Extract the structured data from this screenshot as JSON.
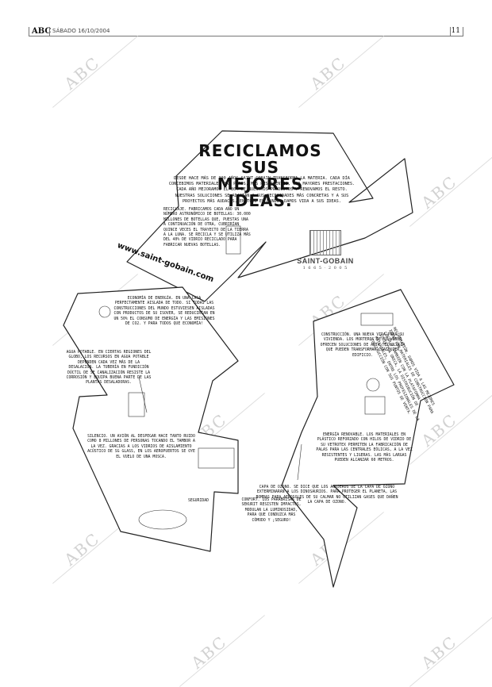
{
  "header": {
    "logo": "ABC",
    "date": "SÁBADO 16/10/2004",
    "page": "11"
  },
  "watermark": "ABC",
  "ad": {
    "title_lines": [
      "RECICLAMOS SUS",
      "MEJORES IDEAS."
    ],
    "intro": "DESDE HACE MÁS DE 300 AÑOS SAINT-GOBAIN TRANSFORMA LA MATERIA. CADA DÍA CONCEBIMOS MATERIALES MÁS PUROS, MÁS RESISTENTES, CON MAYORES PRESTACIONES. CADA AÑO MEJORAMOS EL 80% DE NUESTROS PRODUCTOS Y RENOVAMOS EL RESTO. NUESTRAS SOLUCIONES SE ADAPTAN A SUS NECESIDADES MÁS CONCRETAS Y A SUS PROYECTOS MÁS AUDACES. EN TODO EL MUNDO, DAMOS VIDA A SUS IDEAS.",
    "url": "www.saint-gobain.com",
    "brand": {
      "name": "SAINT-GOBAIN",
      "years": "1 6 6 5 · 2 0 0 5"
    },
    "blocks": {
      "reciclaje": "RECICLAJE. FABRICAMOS CADA AÑO UN NÚMERO ASTRONÓMICO DE BOTELLAS: 30.000 MILLONES DE BOTELLAS QUE, PUESTAS UNA A CONTINUACIÓN DE OTRA, CUBRIRÍAN QUINCE VECES EL TRAYECTO DE LA TIERRA A LA LUNA. SE RECICLA Y SE UTILIZA MÁS DEL 40% DE VIDRIO RECICLADO PARA FABRICAR NUEVAS BOTELLAS.",
      "energia": "ECONOMÍA DE ENERGÍA. EN UNA CASA PERFECTAMENTE AISLADA DE TODO. SI TODAS LAS CONSTRUCCIONES DEL MUNDO ESTUVIESEN AISLADAS CON PRODUCTOS DE SU ISOVER, SE REDUCIRÍAN EN UN 50% EL CONSUMO DE ENERGÍA Y LAS EMISIONES DE CO2. Y PARA TODOS QUE ECONOMÍA!",
      "agua": "AGUA POTABLE. EN CIERTAS REGIONES DEL GLOBO, LOS RECURSOS EN AGUA POTABLE DEPENDEN CADA VEZ MÁS DE LA DESALACIÓN. LA TUBERÍA EN FUNDICIÓN DÚCTIL DE SE CANALIZACIÓN RESISTE LA CORROSIÓN Y EQUIPA BUENA PARTE DE LAS PLANTAS DESALADORAS.",
      "silencio": "SILENCIO. UN AVIÓN AL DESPEGAR HACE TANTO RUIDO COMO 8 MILLONES DE PERSONAS TOCANDO EL TAMBOR A LA VEZ. GRACIAS A LOS VIDRIOS DE AISLAMIENTO ACÚSTICO DE SG GLASS, EN LOS AEROPUERTOS SE OYE EL VUELO DE UNA MOSCA.",
      "seguridad": "SEGURIDAD",
      "confort": "CONFORT. LOS PARABRISAS DE SEKURIT RESISTEN IMPACTOS, MODULAN LA LUMINOSIDAD, PARA QUE CONDUZCA MÁS CÓMODO Y ¡SEGURO!",
      "recuperacion": "RECUPERACIÓN. DAMOS VIDA A LAS MEJORES IDEAS CON MATERIALES DE CONSTRUCCIÓN PARA CREAR Y TAMBIÉN CON LA PLATAFORMA LOGÍSTICA ÚNICA, LA DISTRIBUCIÓN DE MATERIALES, ENTRE LOS PROFESIONALES DE LA CONSTRUCCIÓN CON SUS PUNTOS DE VENTA.",
      "construccion": "CONSTRUCCIÓN. UNA NUEVA VIDA PARA SU VIVIENDA. LOS MORTEROS DE SU WEBER OFRECEN SOLUCIONES DE ALTA TECNOLOGÍA QUE PUEDEN TRANSFORMAR CUALQUIER EDIFICIO.",
      "renovable": "ENERGÍA RENOVABLE. LOS MATERIALES EN PLÁSTICO REFORZADO CON HILOS DE VIDRIO DE SU VETROTEX PERMITEN LA FABRICACIÓN DE PALAS PARA LAS CENTRALES EÓLICAS, A LA VEZ RESISTENTES Y LIGERAS. LAS MÁS LARGAS PUEDEN ALCANZAR 60 METROS.",
      "ozono": "CAPA DE OZONO. SE DICE QUE LOS AGUJEROS DE LA CAPA DE OZONO EXTERMINARÁN A LOS DINOSAURIOS. PARA PROTEGER EL PLANETA, LAS BOMBAS PARA AEROSOLES DE SU CALMAR NO UTILIZAN GASES QUE DAÑEN LA CAPA DE OZONO."
    }
  }
}
